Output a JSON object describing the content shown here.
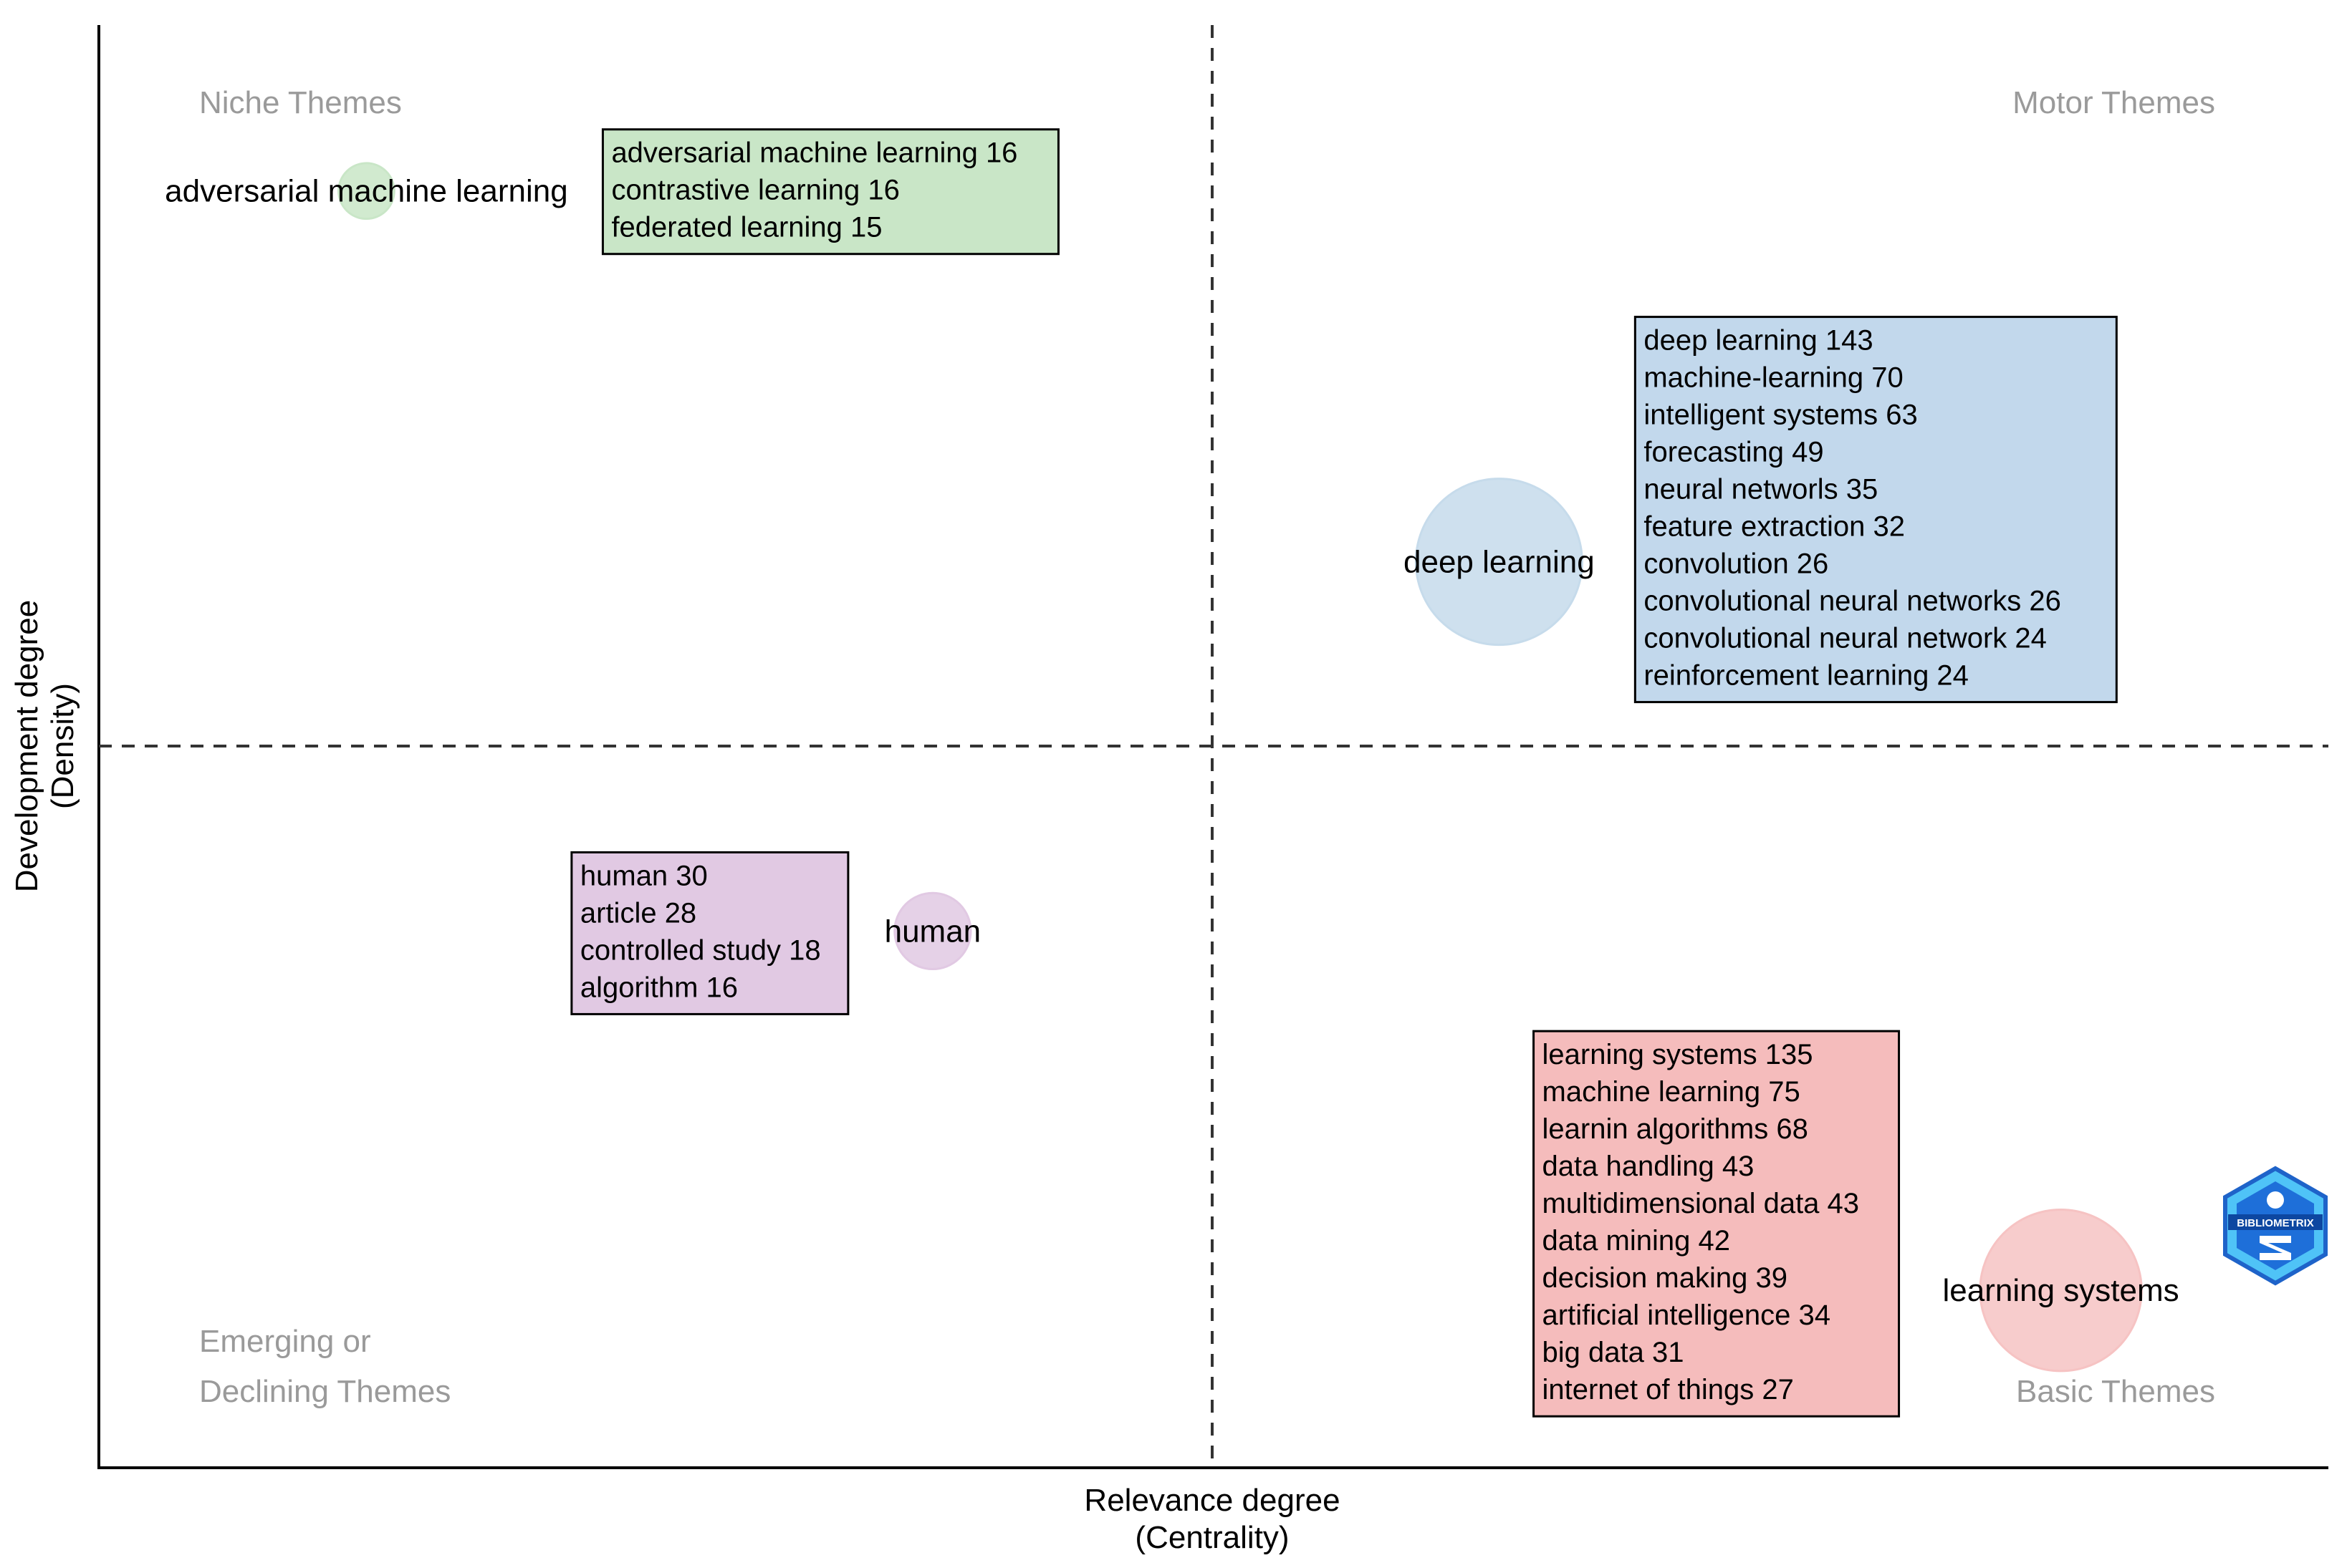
{
  "chart_data": {
    "type": "scatter",
    "xlabel": [
      "Relevance degree",
      "(Centrality)"
    ],
    "ylabel": [
      "Development degree",
      "(Density)"
    ],
    "quadrants": {
      "top_left": [
        "Niche Themes"
      ],
      "top_right": [
        "Motor Themes"
      ],
      "bottom_left": [
        "Emerging or",
        "Declining Themes"
      ],
      "bottom_right": [
        "Basic Themes"
      ]
    },
    "logo_text": "BIBLIOMETRIX",
    "clusters": [
      {
        "label": "adversarial machine learning",
        "color": "#c9e6c7",
        "box_color": "#c9e6c7",
        "x": 0.12,
        "y": 0.885,
        "size": 16,
        "words": [
          "adversarial machine learning 16",
          "contrastive learning 16",
          "federated learning 15"
        ]
      },
      {
        "label": "deep learning",
        "color": "#c6dbeb",
        "box_color": "#c2d8ec",
        "x": 0.628,
        "y": 0.628,
        "size": 143,
        "words": [
          "deep learning 143",
          "machine-learning 70",
          "intelligent systems 63",
          "forecasting 49",
          "neural networls  35",
          "feature extraction 32",
          "convolution 26",
          "convolutional neural networks 26",
          "convolutional neural network 24",
          "reinforcement learning 24"
        ]
      },
      {
        "label": "human",
        "color": "#e1c9e3",
        "box_color": "#e1c9e3",
        "x": 0.374,
        "y": 0.372,
        "size": 30,
        "words": [
          "human 30",
          "article 28",
          "controlled study 18",
          "algorithm  16"
        ]
      },
      {
        "label": "learning systems",
        "color": "#f6c3c3",
        "box_color": "#f5bcbc",
        "x": 0.88,
        "y": 0.123,
        "size": 135,
        "words": [
          "learning systems 135",
          "machine learning 75",
          "learnin algorithms 68",
          "data handling 43",
          "multidimensional data 43",
          "data mining 42",
          "decision making 39",
          "artificial intelligence 34",
          "big data 31",
          "internet of things 27"
        ]
      }
    ],
    "grid": false,
    "divider_style": "dashed"
  }
}
